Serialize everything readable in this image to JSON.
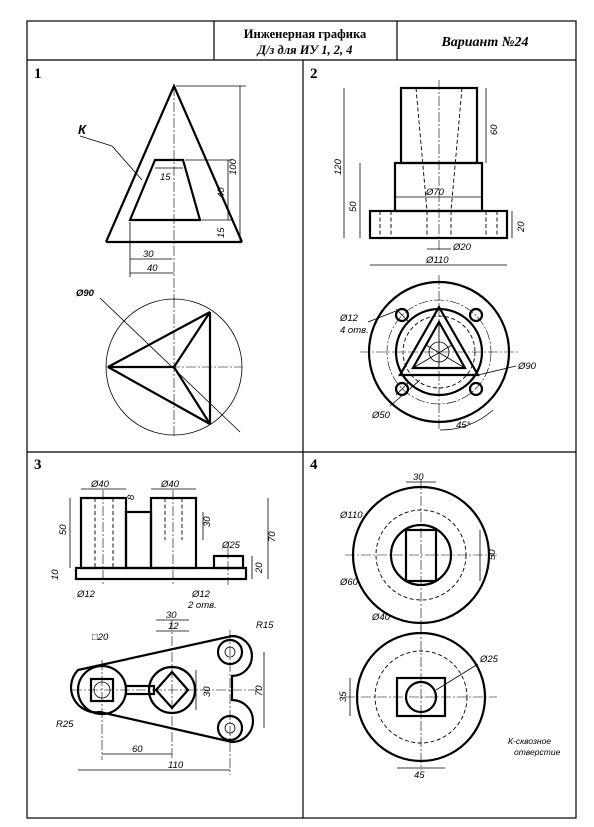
{
  "header": {
    "title_line1": "Инженерная графика",
    "title_line2": "Д/з для ИУ 1, 2, 4",
    "variant": "Вариант №24"
  },
  "cells": {
    "c1": {
      "number": "1",
      "label_k": "К",
      "dims": {
        "d15a": "15",
        "d100": "100",
        "d40v": "40",
        "d15b": "15",
        "d30": "30",
        "d40h": "40",
        "d90": "Ø90"
      }
    },
    "c2": {
      "number": "2",
      "dims": {
        "d60": "60",
        "d120": "120",
        "d50": "50",
        "d70": "Ø70",
        "d20v": "20",
        "d20": "Ø20",
        "d110": "Ø110",
        "d12": "Ø12",
        "holes": "4 отв.",
        "d90": "Ø90",
        "d50b": "Ø50",
        "ang": "45°"
      }
    },
    "c3": {
      "number": "3",
      "dims": {
        "d40a": "Ø40",
        "d8": "8",
        "d40b": "Ø40",
        "d50": "50",
        "d30": "30",
        "d70": "70",
        "d25": "Ø25",
        "d20": "20",
        "d10": "10",
        "d12a": "Ø12",
        "d12b": "Ø12",
        "holes": "2 отв.",
        "sq20": "□20",
        "t30": "30",
        "t12": "12",
        "r15": "R15",
        "m30": "30",
        "d70b": "70",
        "r25": "R25",
        "d60": "60",
        "d110": "110"
      }
    },
    "c4": {
      "number": "4",
      "dims": {
        "d30": "30",
        "d110": "Ø110",
        "d50": "50",
        "d60": "Ø60",
        "d40": "Ø40",
        "d25": "Ø25",
        "d35": "35",
        "d45": "45"
      },
      "note1": "К-сквозное",
      "note2": "отверстие"
    }
  }
}
